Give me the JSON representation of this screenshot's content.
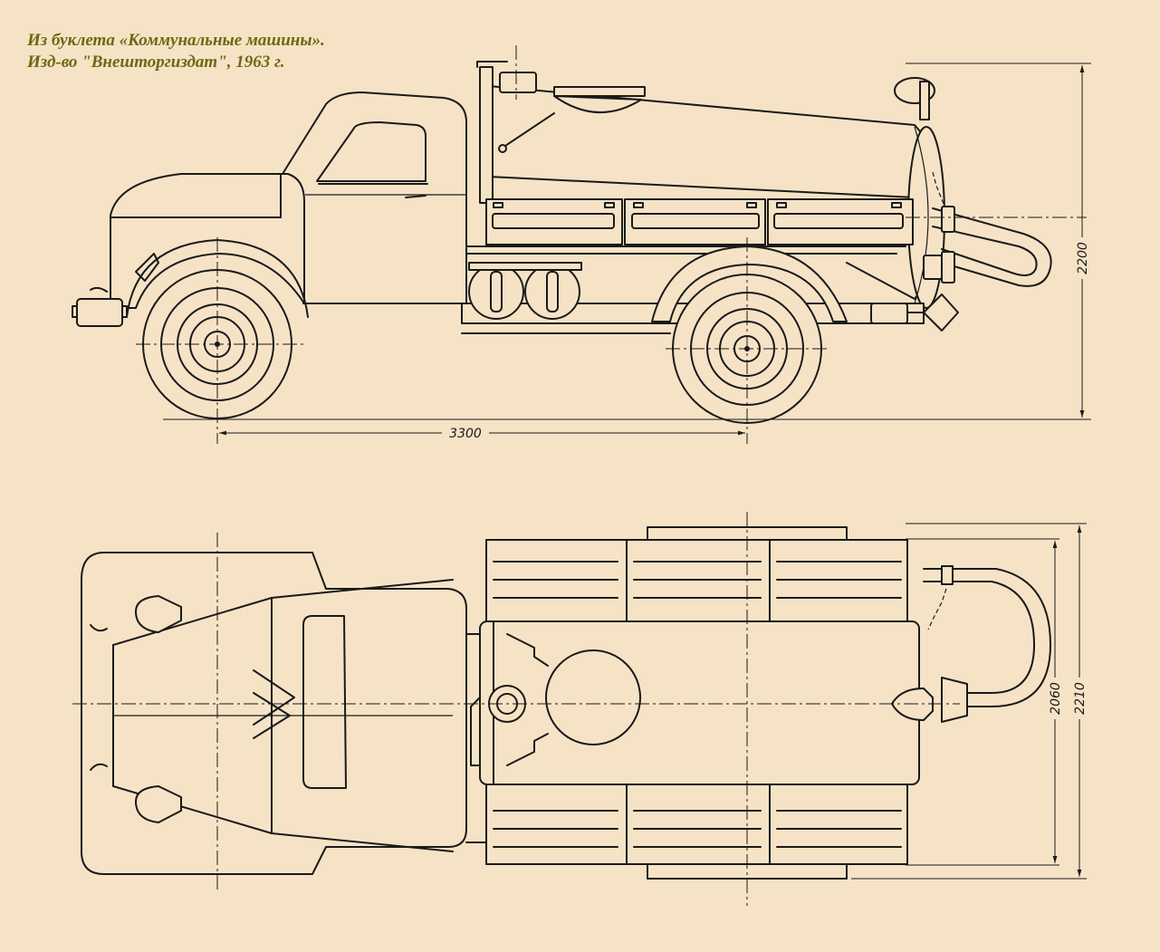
{
  "caption": {
    "line1": "Из буклета «Коммунальные машины».",
    "line2": "Изд-во \"Внешторгиздат\", 1963 г."
  },
  "dimensions": {
    "wheelbase": "3300",
    "height": "2200",
    "width_inner": "2060",
    "width_outer": "2210"
  },
  "colors": {
    "paper": "#f6e3c6",
    "ink": "#1a1a1a",
    "caption": "#6b6a12"
  }
}
